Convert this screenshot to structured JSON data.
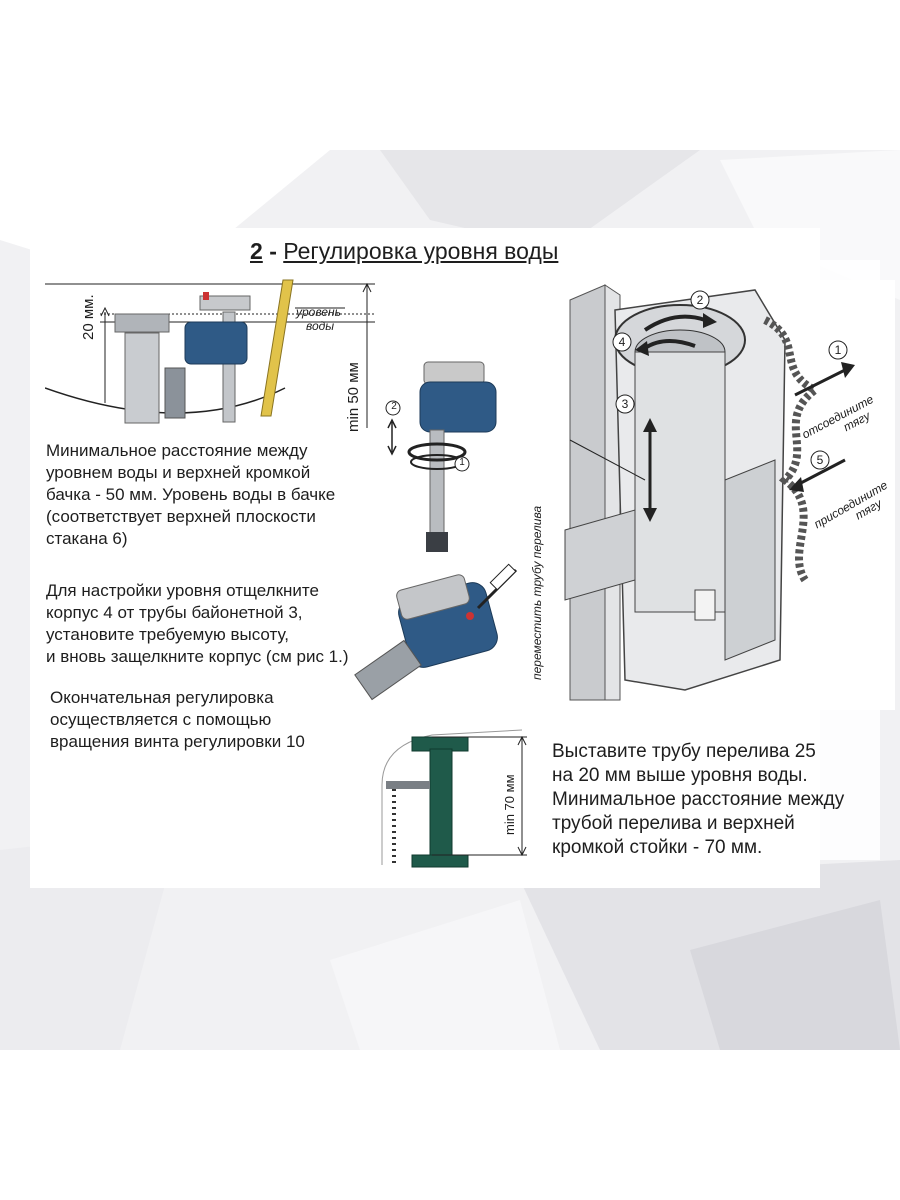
{
  "title": {
    "number": "2",
    "separator": "-",
    "text": "Регулировка уровня воды"
  },
  "fig1": {
    "dim_20": "20 мм.",
    "dim_50": "min 50 мм",
    "level_line1": "уровень",
    "level_line2": "воды"
  },
  "para1": [
    "Минимальное  расстояние между",
    "уровнем воды   и  верхней  кромкой",
    "бачка  -  50 мм. Уровень воды в бачке",
    "(соответствует верхней плоскости",
    " стакана 6)"
  ],
  "fig2": {
    "callout_1": "1",
    "callout_2": "2"
  },
  "para2": [
    "Для настройки уровня отщелкните",
    "корпус 4 от трубы байонетной 3,",
    "установите требуемую высоту,",
    "и вновь защелкните корпус (см рис 1.)"
  ],
  "para3": [
    "Окончательная регулировка",
    "осуществляется с помощью",
    "вращения винта регулировки 10"
  ],
  "fig4": {
    "callout_1": "1",
    "callout_2": "2",
    "callout_3": "3",
    "callout_4": "4",
    "callout_5": "5",
    "detach_1": "отсоедините",
    "detach_2": "тягу",
    "attach_1": "присоедините",
    "attach_2": "тягу",
    "move_1": "переместить",
    "move_2": "трубу перелива"
  },
  "fig5": {
    "dim_70": "min 70 мм"
  },
  "para4": [
    "Выставите трубу перелива 25",
    "на 20 мм выше уровня воды.",
    "Минимальное расстояние между",
    "трубой перелива и верхней",
    "кромкой стойки  - 70 мм."
  ],
  "colors": {
    "valve_blue": "#2f5a86",
    "tube_green": "#1f5a4a",
    "rod_yellow": "#e1c34a",
    "text": "#1e1e1e"
  }
}
